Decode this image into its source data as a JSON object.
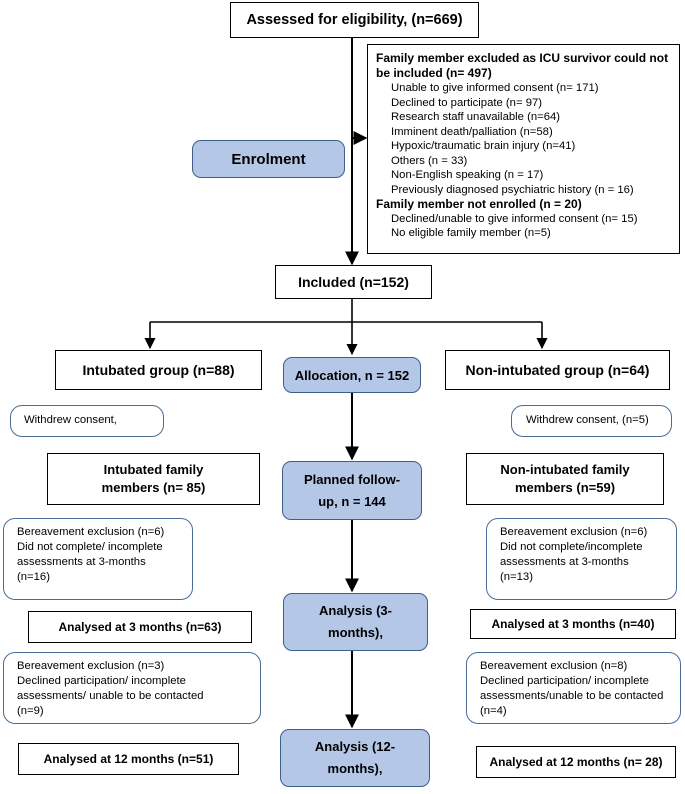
{
  "assessed": "Assessed for eligibility, (n=669)",
  "enrolment": "Enrolment",
  "excluded": {
    "heading1": "Family member excluded as ICU survivor could not be included (n= 497)",
    "items1": [
      "Unable to give informed consent (n= 171)",
      "Declined to participate (n= 97)",
      "Research staff unavailable (n=64)",
      "Imminent death/palliation (n=58)",
      "Hypoxic/traumatic brain injury (n=41)",
      "Others (n = 33)",
      "Non-English speaking (n = 17)",
      "Previously diagnosed psychiatric history (n = 16)"
    ],
    "heading2": "Family member not enrolled (n = 20)",
    "items2": [
      "Declined/unable to give informed consent (n= 15)",
      "No eligible family member (n=5)"
    ]
  },
  "included": "Included (n=152)",
  "allocation": "Allocation, n = 152",
  "planned": "Planned follow-up, n = 144",
  "analysis3": "Analysis (3-months),",
  "analysis12": "Analysis (12-months),",
  "left": {
    "group": "Intubated group (n=88)",
    "withdrew": "Withdrew consent,",
    "members": "Intubated family members (n= 85)",
    "excl3": [
      "Bereavement exclusion (n=6)",
      "Did not complete/ incomplete assessments at 3-months",
      "(n=16)"
    ],
    "analysed3": "Analysed at 3 months (n=63)",
    "excl12": [
      "Bereavement exclusion (n=3)",
      "Declined participation/ incomplete assessments/ unable to be contacted",
      "(n=9)"
    ],
    "analysed12": "Analysed at 12 months (n=51)"
  },
  "right": {
    "group": "Non-intubated group (n=64)",
    "withdrew": "Withdrew consent, (n=5)",
    "members": "Non-intubated family members (n=59)",
    "excl3": [
      "Bereavement exclusion (n=6)",
      "Did not complete/incomplete assessments at 3-months",
      "(n=13)"
    ],
    "analysed3": "Analysed at 3 months (n=40)",
    "excl12": [
      "Bereavement exclusion (n=8)",
      "Declined participation/ incomplete assessments/unable to be contacted (n=4)"
    ],
    "analysed12": "Analysed at 12 months (n= 28)"
  },
  "colors": {
    "stage_fill": "#b4c7e7",
    "stage_border": "#3e5f8a",
    "note_border": "#4a6c94"
  }
}
